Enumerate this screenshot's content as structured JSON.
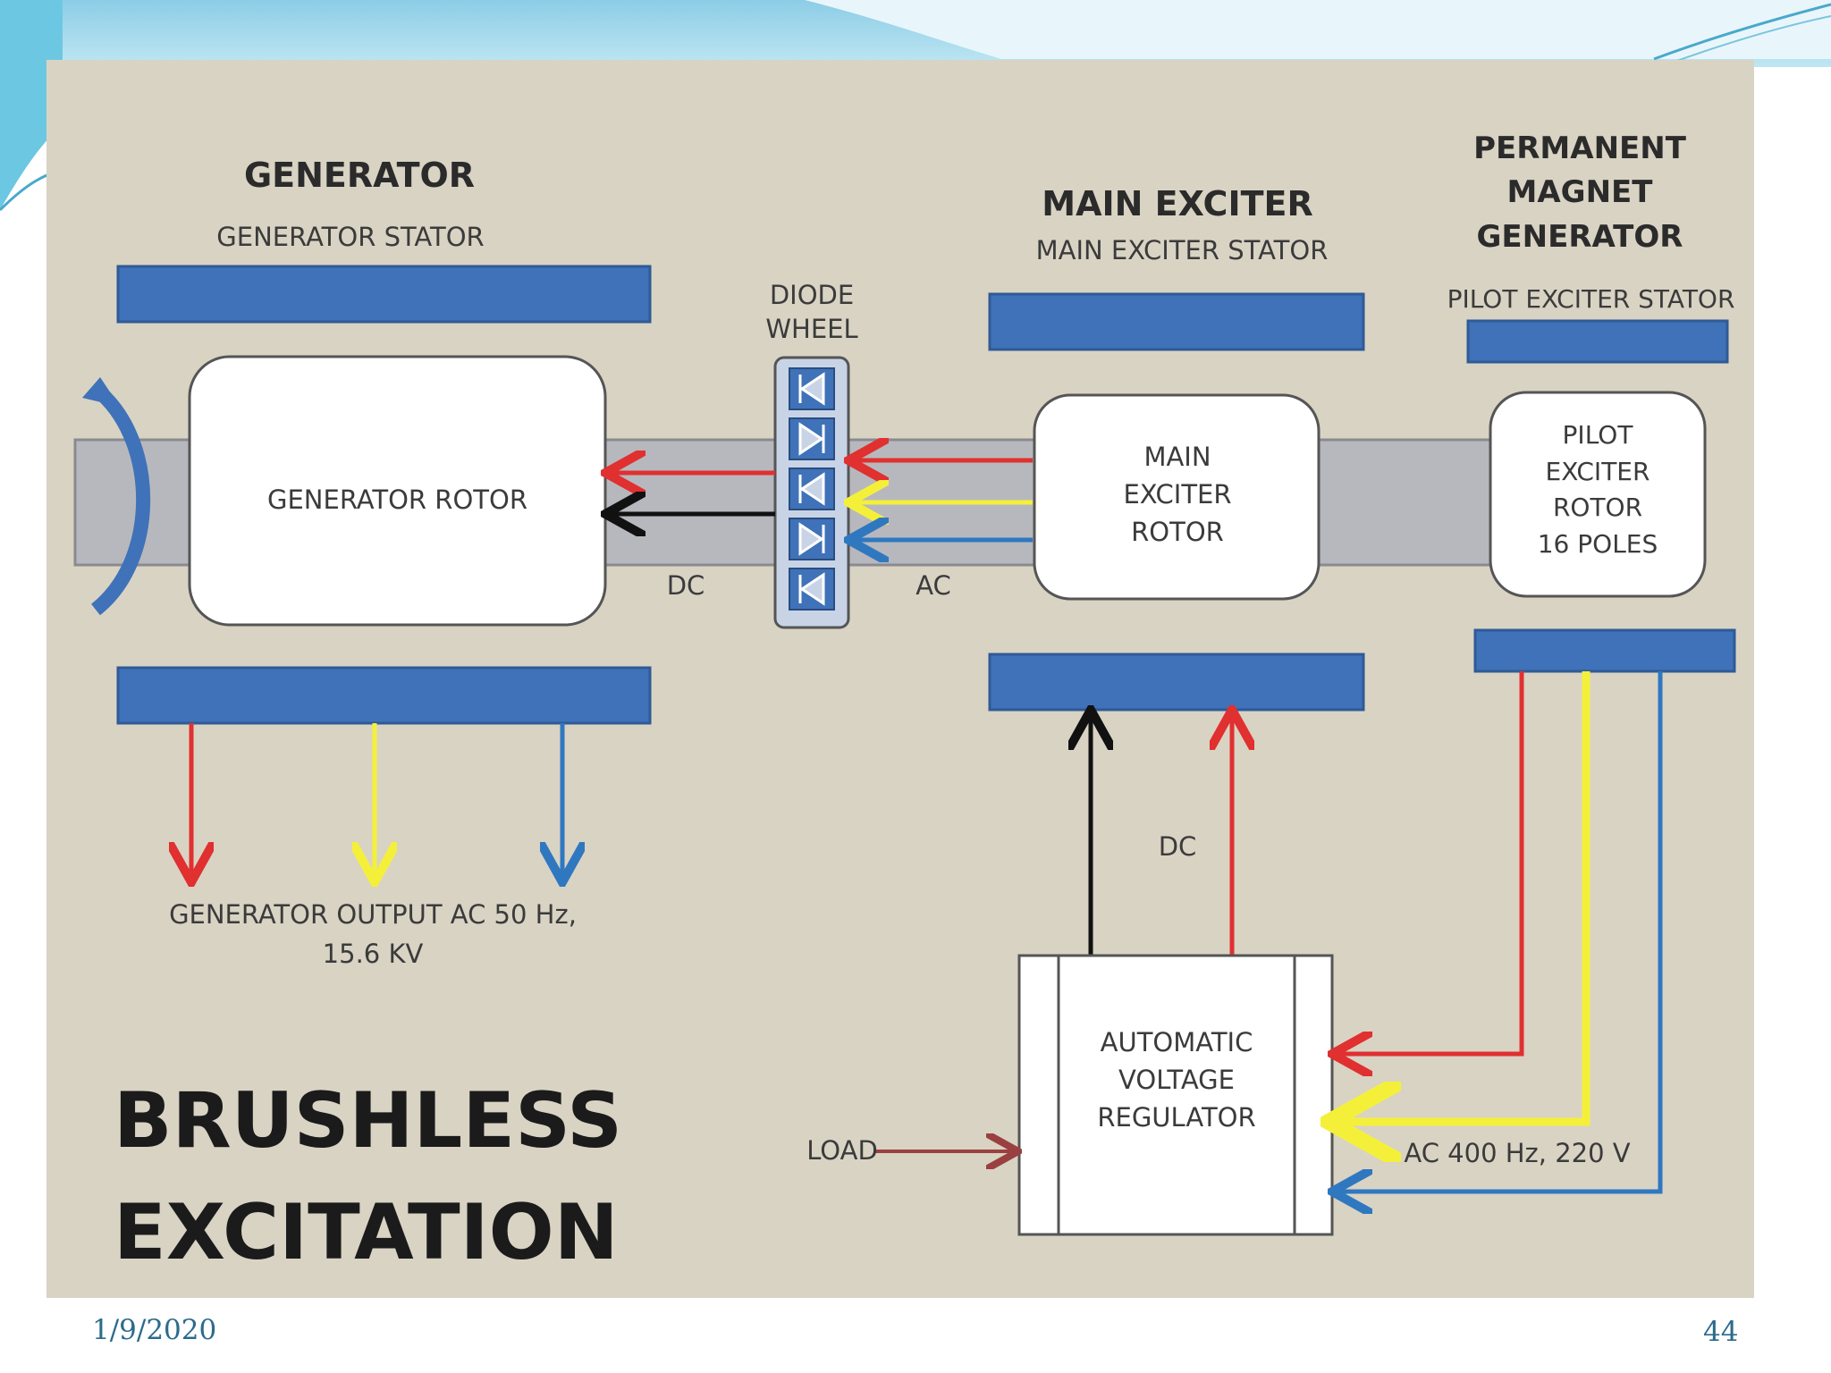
{
  "labels": {
    "generator": "GENERATOR",
    "generator_stator": "GENERATOR STATOR",
    "generator_rotor": "GENERATOR ROTOR",
    "diode_wheel": "DIODE\nWHEEL",
    "dc_left": "DC",
    "ac": "AC",
    "main_exciter": "MAIN EXCITER",
    "main_exciter_stator": "MAIN EXCITER STATOR",
    "main_exciter_rotor": "MAIN\nEXCITER\nROTOR",
    "pmg": "PERMANENT\nMAGNET\nGENERATOR",
    "pilot_stator": "PILOT EXCITER STATOR",
    "pilot_rotor": "PILOT\nEXCITER\nROTOR\n16 POLES",
    "gen_output": "GENERATOR OUTPUT  AC  50 Hz,\n15.6 KV",
    "dc_mid": "DC",
    "avr": "AUTOMATIC\nVOLTAGE\nREGULATOR",
    "load": "LOAD",
    "ac_400": "AC 400 Hz, 220 V"
  },
  "title": "BRUSHLESS\nEXCITATION",
  "footer": {
    "date": "1/9/2020",
    "page": "44"
  },
  "colors": {
    "panel": "#d9d3c4",
    "stator_blue": "#3f72b8",
    "shaft_gray": "#b7b8bd",
    "red": "#e03030",
    "yellow": "#f4f03a",
    "blue": "#2f78c0",
    "black": "#111111",
    "brown": "#9a4040"
  },
  "icons": [
    "rotation-arrow-icon",
    "diode-icon"
  ]
}
